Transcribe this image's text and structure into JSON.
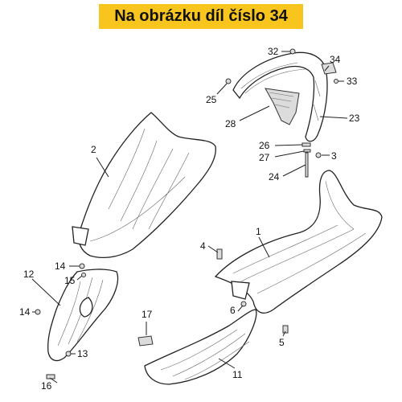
{
  "banner": {
    "text": "Na obrázku díl číslo 34",
    "color": "#f7c51e"
  },
  "labels": {
    "l1": "1",
    "l2": "2",
    "l3": "3",
    "l4": "4",
    "l5": "5",
    "l6": "6",
    "l11": "11",
    "l12": "12",
    "l13": "13",
    "l14a": "14",
    "l14b": "14",
    "l15": "15",
    "l16": "16",
    "l17": "17",
    "l23": "23",
    "l24": "24",
    "l25": "25",
    "l26": "26",
    "l27": "27",
    "l28": "28",
    "l32": "32",
    "l33": "33",
    "l34": "34"
  }
}
